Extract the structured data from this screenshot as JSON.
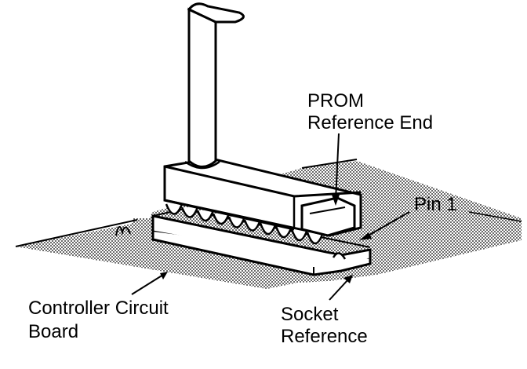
{
  "labels": {
    "prom_reference_end": [
      "PROM",
      "Reference End"
    ],
    "pin_1": [
      "Pin 1"
    ],
    "controller_board": [
      "Controller Circuit",
      "Board"
    ],
    "socket_reference": [
      "Socket",
      "Reference"
    ]
  },
  "colors": {
    "ink": "#000000",
    "paper": "#ffffff"
  }
}
